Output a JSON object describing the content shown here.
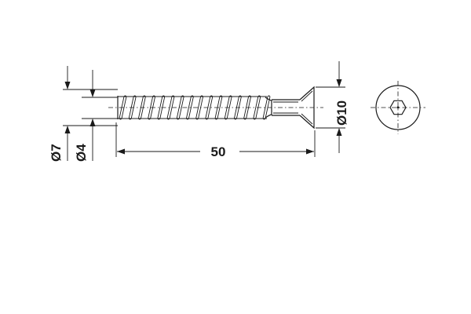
{
  "drawing": {
    "length_label": "50",
    "head_diameter_label": "Ø10",
    "thread_outer_label": "Ø7",
    "thread_core_label": "Ø4"
  },
  "colors": {
    "ink": "#1a1a1a",
    "background": "#ffffff"
  },
  "icons": [
    "hex-socket-icon",
    "dimension-arrow-icon"
  ]
}
